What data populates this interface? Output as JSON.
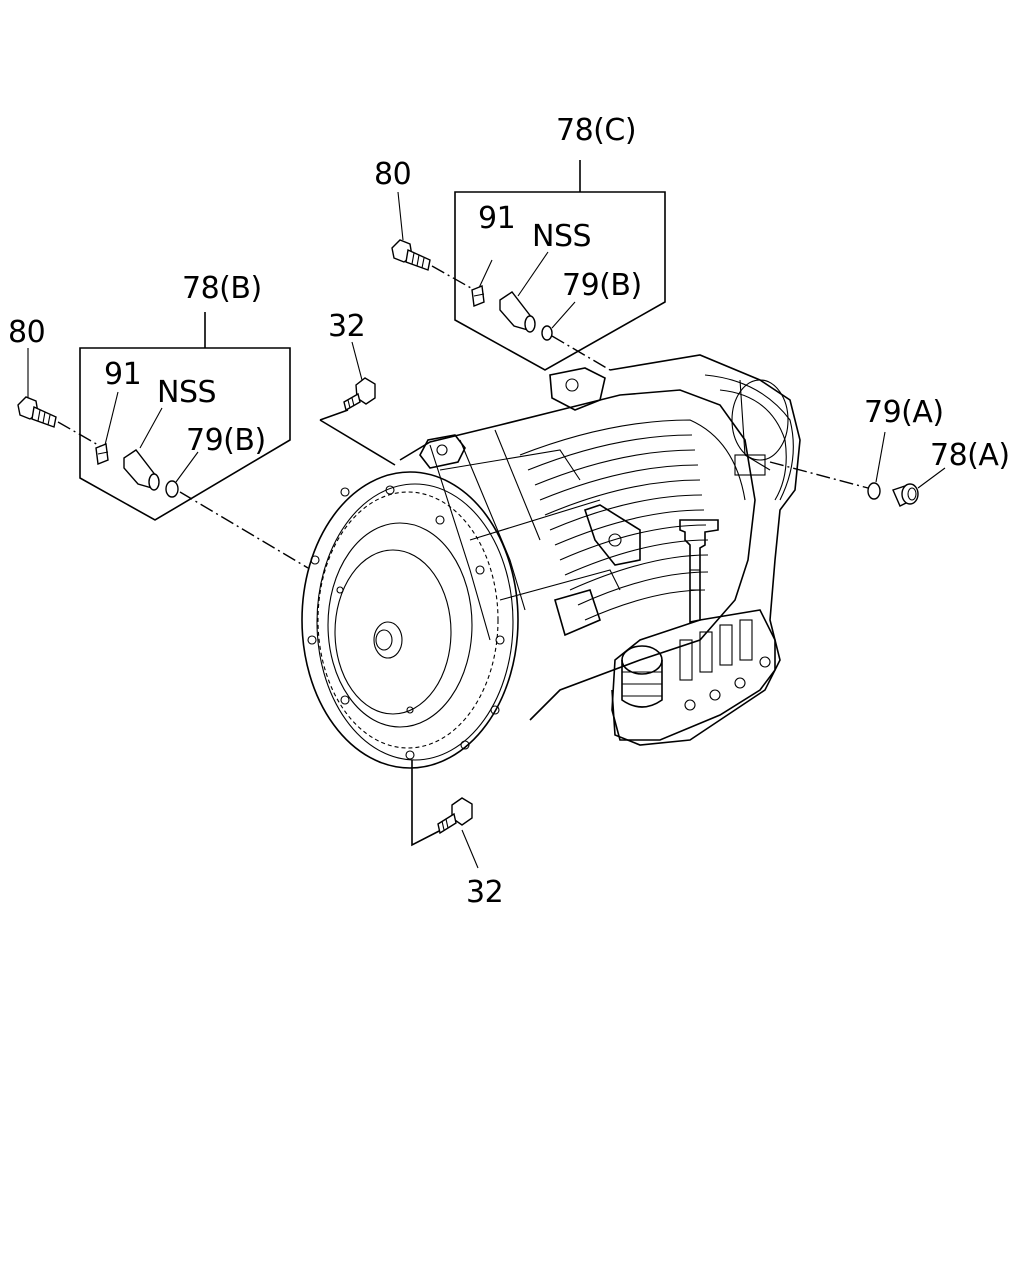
{
  "diagram": {
    "callouts": {
      "c78c": "78(C)",
      "c80_top": "80",
      "c91_top": "91",
      "nss_top": "NSS",
      "c79b_top": "79(B)",
      "c78b": "78(B)",
      "c80_left": "80",
      "c91_left": "91",
      "nss_left": "NSS",
      "c79b_left": "79(B)",
      "c32_top": "32",
      "c79a": "79(A)",
      "c78a": "78(A)",
      "c32_bottom": "32"
    },
    "icons": {
      "transmission": "transmission-assembly-icon",
      "bolt": "flange-bolt-icon",
      "clip": "clip-icon",
      "sensor": "speed-sensor-icon",
      "oring": "o-ring-icon",
      "plug": "plug-icon"
    }
  }
}
